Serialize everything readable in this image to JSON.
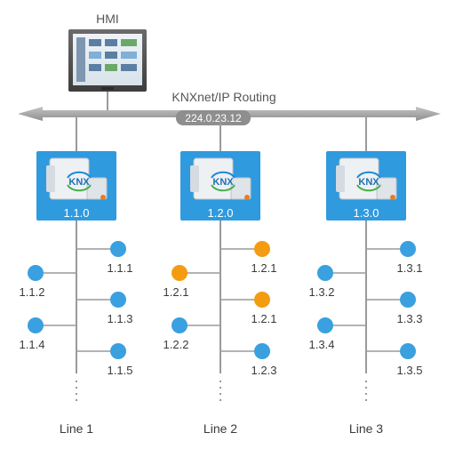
{
  "hmi": {
    "label": "HMI"
  },
  "backbone": {
    "label": "KNXnet/IP Routing",
    "address": "224.0.23.12"
  },
  "colors": {
    "device_blue": "#3aa0e0",
    "device_orange": "#f39c12",
    "coupler_bg": "#2f9ade",
    "line": "#9a9a9a",
    "backbone": "#a8a8a8",
    "text": "#3a3a3a"
  },
  "lines": [
    {
      "name": "Line 1",
      "coupler": "1.1.0",
      "devices": [
        {
          "label": "1.1.1",
          "side": "right",
          "color": "blue"
        },
        {
          "label": "1.1.2",
          "side": "left",
          "color": "blue"
        },
        {
          "label": "1.1.3",
          "side": "right",
          "color": "blue"
        },
        {
          "label": "1.1.4",
          "side": "left",
          "color": "blue"
        },
        {
          "label": "1.1.5",
          "side": "right",
          "color": "blue"
        }
      ]
    },
    {
      "name": "Line 2",
      "coupler": "1.2.0",
      "devices": [
        {
          "label": "1.2.1",
          "side": "right",
          "color": "orange"
        },
        {
          "label": "1.2.1",
          "side": "left",
          "color": "orange"
        },
        {
          "label": "1.2.1",
          "side": "right",
          "color": "orange"
        },
        {
          "label": "1.2.2",
          "side": "left",
          "color": "blue"
        },
        {
          "label": "1.2.3",
          "side": "right",
          "color": "blue"
        }
      ]
    },
    {
      "name": "Line 3",
      "coupler": "1.3.0",
      "devices": [
        {
          "label": "1.3.1",
          "side": "right",
          "color": "blue"
        },
        {
          "label": "1.3.2",
          "side": "left",
          "color": "blue"
        },
        {
          "label": "1.3.3",
          "side": "right",
          "color": "blue"
        },
        {
          "label": "1.3.4",
          "side": "left",
          "color": "blue"
        },
        {
          "label": "1.3.5",
          "side": "right",
          "color": "blue"
        }
      ]
    }
  ]
}
